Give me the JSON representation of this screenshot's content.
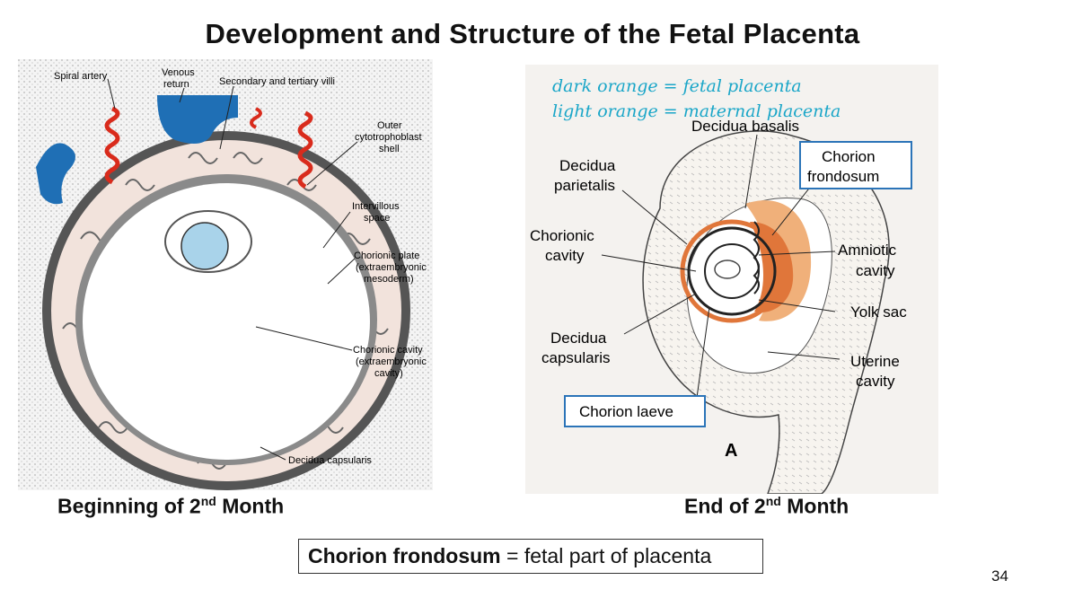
{
  "title": "Development and Structure of the Fetal Placenta",
  "left_diagram": {
    "labels": {
      "spiral_artery": "Spiral artery",
      "venous_return_1": "Venous",
      "venous_return_2": "return",
      "villi": "Secondary and tertiary villi",
      "outer_shell_1": "Outer",
      "outer_shell_2": "cytotrophoblast",
      "outer_shell_3": "shell",
      "intervillous_1": "Intervillous",
      "intervillous_2": "space",
      "chorionic_plate_1": "Chorionic plate",
      "chorionic_plate_2": "(extraembryonic",
      "chorionic_plate_3": "mesoderm)",
      "chorionic_cavity_1": "Chorionic cavity",
      "chorionic_cavity_2": "(extraembryonic",
      "chorionic_cavity_3": "cavity)",
      "decidua_capsularis": "Decidua capsularis"
    },
    "caption_main": "Beginning of 2",
    "caption_sup": "nd",
    "caption_end": " Month"
  },
  "right_diagram": {
    "handwritten_1": "dark orange = fetal placenta",
    "handwritten_2": "light orange = maternal placenta",
    "labels": {
      "decidua_basalis": "Decidua basalis",
      "chorion_frondosum_1": "Chorion",
      "chorion_frondosum_2": "frondosum",
      "decidua_parietalis_1": "Decidua",
      "decidua_parietalis_2": "parietalis",
      "chorionic_cavity_1": "Chorionic",
      "chorionic_cavity_2": "cavity",
      "amniotic_cavity_1": "Amniotic",
      "amniotic_cavity_2": "cavity",
      "yolk_sac": "Yolk sac",
      "decidua_capsularis_1": "Decidua",
      "decidua_capsularis_2": "capsularis",
      "uterine_cavity_1": "Uterine",
      "uterine_cavity_2": "cavity",
      "chorion_laeve": "Chorion laeve",
      "panel_letter": "A"
    },
    "caption_main": "End of 2",
    "caption_sup": "nd",
    "caption_end": " Month"
  },
  "summary": {
    "bold": "Chorion frondosum",
    "rest": " = fetal part of placenta"
  },
  "page_number": "34",
  "colors": {
    "dark_orange": "#e0763a",
    "light_orange": "#f0b07a",
    "blue_vessel": "#1f6fb5",
    "red_vessel": "#d92b1c",
    "box_blue": "#2b74b8",
    "handwriting": "#1aa6c8"
  }
}
